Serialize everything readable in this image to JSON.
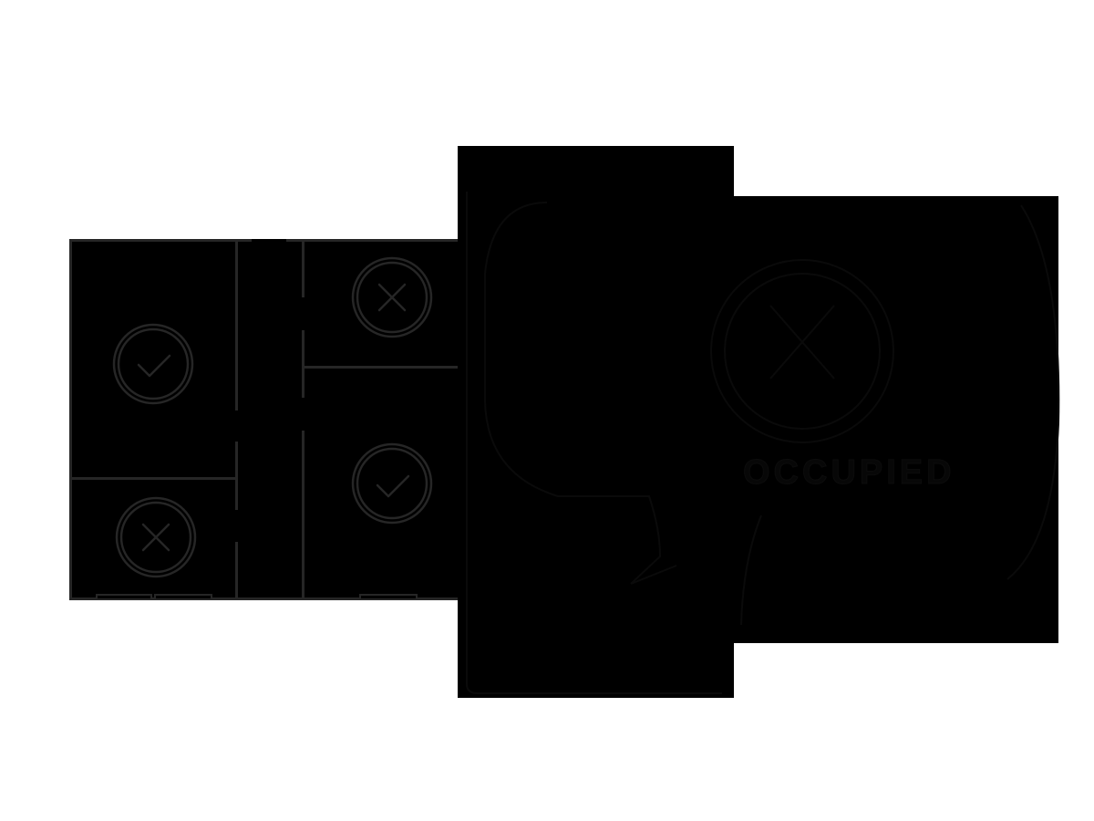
{
  "illustration": {
    "subject": "Smart room occupancy floor plan",
    "colors": {
      "background": "#ffffff",
      "fill": "#000000",
      "line": "#262626",
      "faint_line": "#0a0a0a"
    },
    "rooms": [
      {
        "id": "room-top-left",
        "status": "available",
        "icon": "check-circle-icon"
      },
      {
        "id": "room-bottom-left",
        "status": "occupied",
        "icon": "x-circle-icon"
      },
      {
        "id": "room-top-right",
        "status": "occupied",
        "icon": "x-circle-icon"
      },
      {
        "id": "room-bottom-right",
        "status": "available",
        "icon": "check-circle-icon"
      }
    ],
    "badge": {
      "icon": "x-circle-icon",
      "label": "OCCUPIED"
    }
  }
}
